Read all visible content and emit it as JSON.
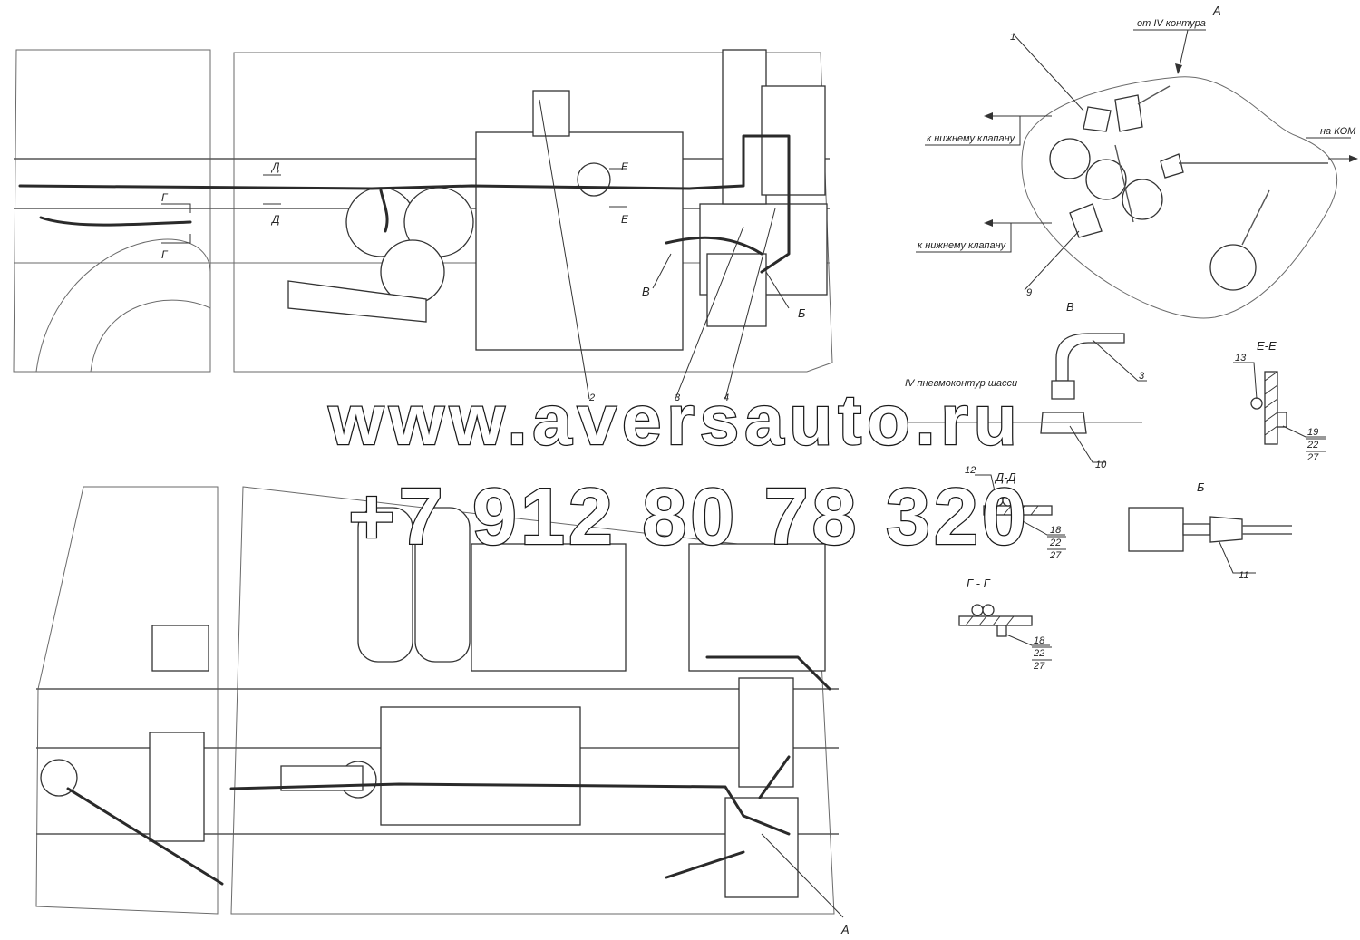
{
  "watermark": {
    "site": "www.aversauto.ru",
    "phone": "+7 912 80 78 320"
  },
  "views": {
    "A": {
      "title": "А",
      "title_bottom": "А"
    },
    "B": {
      "title": "Б"
    },
    "V": {
      "title": "В"
    },
    "G": {
      "title": "Г - Г"
    },
    "D": {
      "title": "Д-Д"
    },
    "E": {
      "title": "Е-Е"
    }
  },
  "section_marks": {
    "G": "Г",
    "D": "Д",
    "E": "Е",
    "V": "В",
    "B": "Б"
  },
  "annotations": {
    "from_contour": "от IV контура",
    "to_kom": "на КОМ",
    "to_lower_valve_1": "к нижнему клапану",
    "to_lower_valve_2": "к нижнему клапану",
    "chassis_contour": "IV пневмоконтур шасси"
  },
  "callouts": {
    "c1": "1",
    "c2": "2",
    "c3a": "3",
    "c3b": "3",
    "c4": "4",
    "c9": "9",
    "c10": "10",
    "c11": "11",
    "c12": "12",
    "c13": "13",
    "c18a": "18",
    "c18b": "18",
    "c19": "19",
    "c22a": "22",
    "c22b": "22",
    "c22c": "22",
    "c27a": "27",
    "c27b": "27",
    "c27c": "27"
  }
}
